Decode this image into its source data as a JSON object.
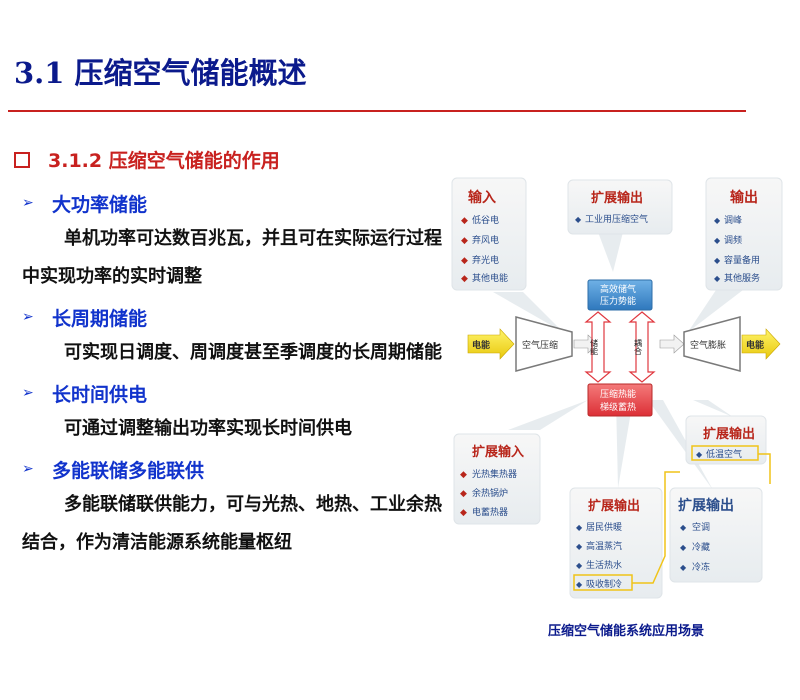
{
  "header": {
    "title": "3.1 压缩空气储能概述",
    "section": "3.1.2 压缩空气储能的作用"
  },
  "bullets": [
    {
      "title": "大功率储能",
      "body": "单机功率可达数百兆瓦，并且可在实际运行过程中实现功率的实时调整"
    },
    {
      "title": "长周期储能",
      "body": "可实现日调度、周调度甚至季调度的长周期储能"
    },
    {
      "title": "长时间供电",
      "body": "可通过调整输出功率实现长时间供电"
    },
    {
      "title": "多能联储多能联供",
      "body": "多能联储联供能力，可与光热、地热、工业余热结合，作为清洁能源系统能量枢纽"
    }
  ],
  "diagram": {
    "input_box": {
      "title": "输入",
      "items": [
        "低谷电",
        "弃风电",
        "弃光电",
        "其他电能"
      ]
    },
    "ext_output_top": {
      "title": "扩展输出",
      "items": [
        "工业用压缩空气"
      ]
    },
    "output_box": {
      "title": "输出",
      "items": [
        "调峰",
        "调频",
        "容量备用",
        "其他服务"
      ]
    },
    "left_power": "电能",
    "right_power": "电能",
    "compressor": "空气压缩",
    "expander": "空气膨胀",
    "storage_top": [
      "高效储气",
      "压力势能"
    ],
    "storage_bottom": [
      "压缩热能",
      "梯级蓄热"
    ],
    "link_left": "储能",
    "link_right": "耦合",
    "ext_input": {
      "title": "扩展输入",
      "items": [
        "光热集热器",
        "余热锅炉",
        "电蓄热器"
      ]
    },
    "ext_output_bl": {
      "title": "扩展输出",
      "items": [
        "居民供暖",
        "高温蒸汽",
        "生活热水",
        "吸收制冷"
      ]
    },
    "ext_output_br": {
      "title": "扩展输出",
      "items": [
        "空调",
        "冷藏",
        "冷冻"
      ]
    },
    "ext_output_right": {
      "title": "扩展输出",
      "items": [
        "低温空气"
      ]
    },
    "caption": "压缩空气储能系统应用场景"
  },
  "colors": {
    "title_blue": "#0b1a8c",
    "accent_red": "#c8211f",
    "bullet_blue": "#1133cc",
    "box_title_red": "#b8261b",
    "box_item_blue": "#2b4e8c",
    "storage_blue": "#3d87c8",
    "storage_red": "#e8454a",
    "highlight_yellow": "#f0c419"
  }
}
